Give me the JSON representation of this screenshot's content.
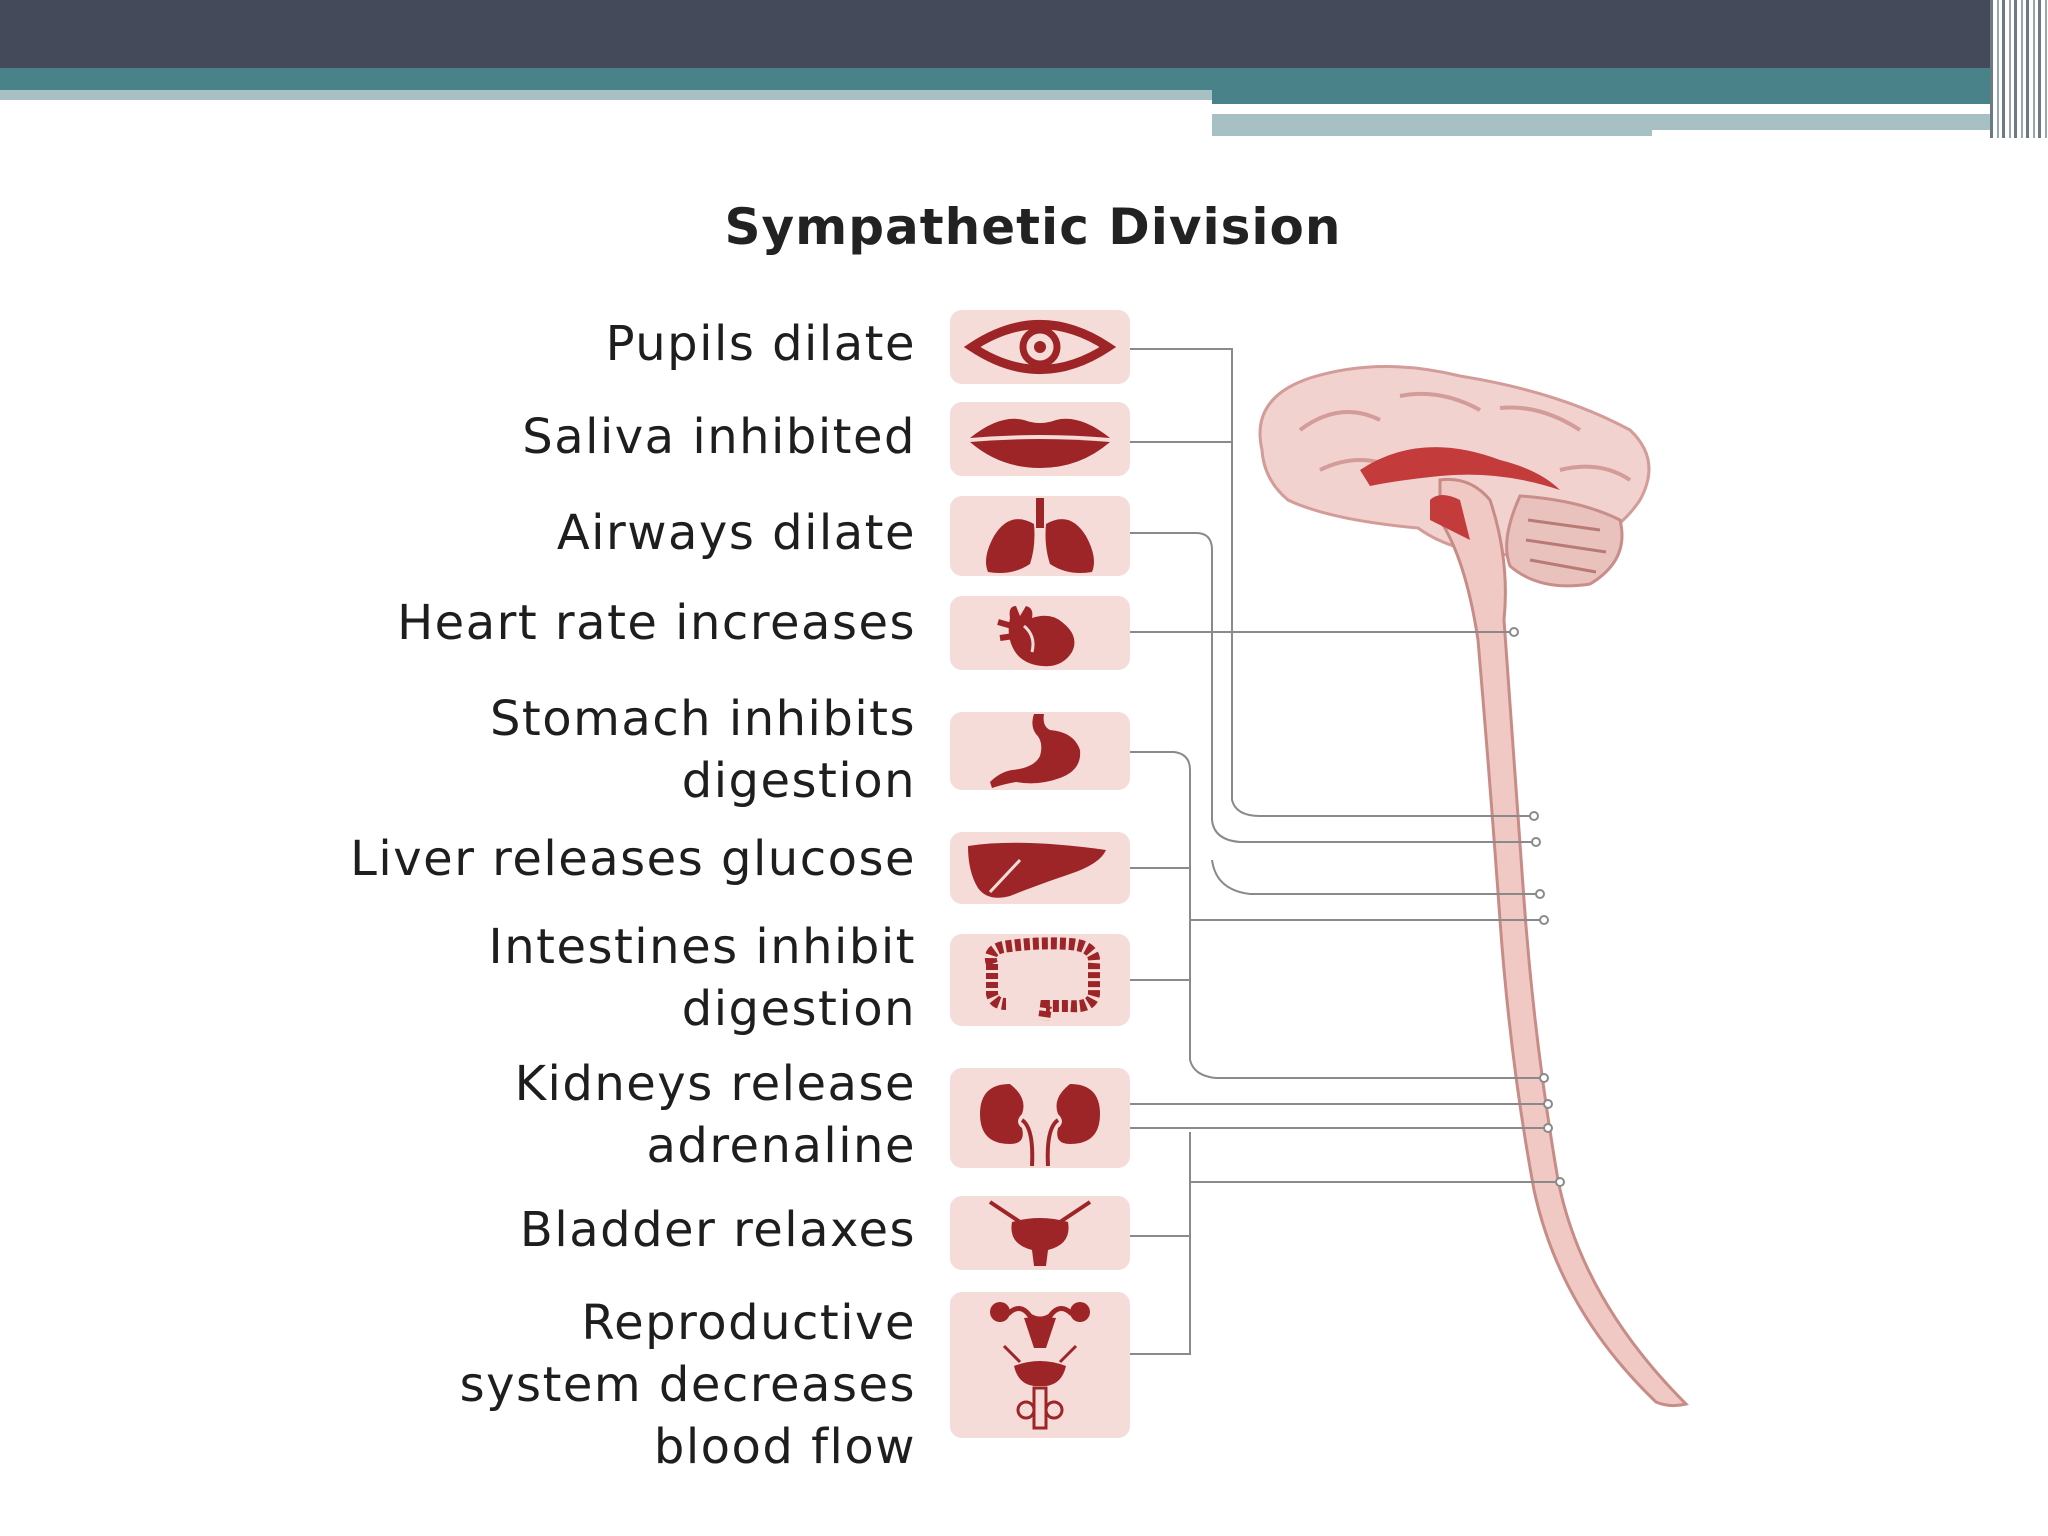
{
  "title": "Sympathetic Division",
  "effects": [
    {
      "line1": "Pupils dilate",
      "line2": "",
      "organ": "eye-icon"
    },
    {
      "line1": "Saliva inhibited",
      "line2": "",
      "organ": "lips-icon"
    },
    {
      "line1": "Airways dilate",
      "line2": "",
      "organ": "lungs-icon"
    },
    {
      "line1": "Heart rate increases",
      "line2": "",
      "organ": "heart-icon"
    },
    {
      "line1": "Stomach inhibits",
      "line2": "digestion",
      "organ": "stomach-icon"
    },
    {
      "line1": "Liver releases glucose",
      "line2": "",
      "organ": "liver-icon"
    },
    {
      "line1": "Intestines inhibit",
      "line2": "digestion",
      "organ": "intestines-icon"
    },
    {
      "line1": "Kidneys release",
      "line2": "adrenaline",
      "organ": "kidneys-icon"
    },
    {
      "line1": "Bladder relaxes",
      "line2": "",
      "organ": "bladder-icon"
    },
    {
      "line1": "Reproductive",
      "line2": "system decreases",
      "line3": "blood flow",
      "organ": "reproductive-icon"
    }
  ],
  "colors": {
    "organ": "#9e2527",
    "tile": "#f6dcd9",
    "cord": "#f0c9c4",
    "line": "#8a8a8a"
  }
}
